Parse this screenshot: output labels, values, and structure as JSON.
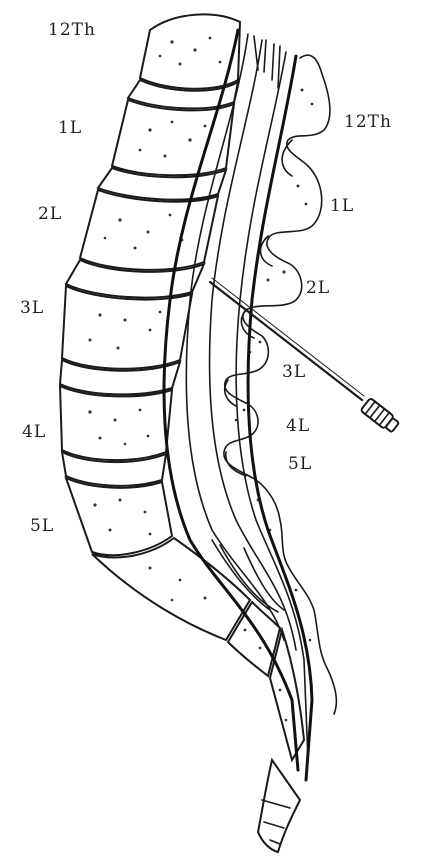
{
  "labels": {
    "vertebral_body": [
      "12Th",
      "1L",
      "2L",
      "3L",
      "4L",
      "5L"
    ],
    "spinous_process": [
      "12Th",
      "1L",
      "2L",
      "3L",
      "4L",
      "5L"
    ]
  }
}
